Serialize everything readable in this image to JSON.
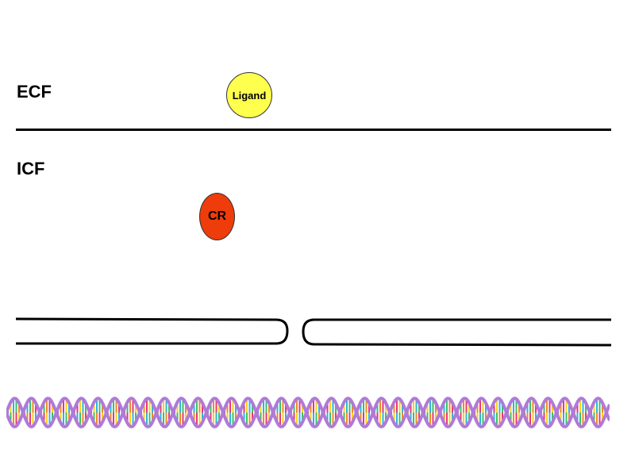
{
  "labels": {
    "ecf": "ECF",
    "icf": "ICF"
  },
  "ligand": {
    "label": "Ligand",
    "color": "#ffff4d"
  },
  "receptor": {
    "label": "CR",
    "color": "#ee3c0a"
  },
  "dna": {
    "strand_color": "#b07ad8",
    "base_colors": [
      "#e8367a",
      "#f5d21e",
      "#2fb3e0",
      "#3cc06a",
      "#f08a24"
    ]
  }
}
